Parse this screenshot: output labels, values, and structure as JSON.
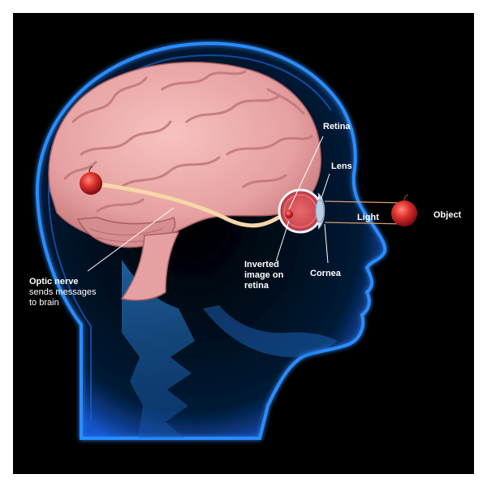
{
  "labels": {
    "retina": "Retina",
    "lens": "Lens",
    "light": "Light",
    "object": "Object",
    "cornea": "Cornea",
    "inverted": [
      "Inverted",
      "image on",
      "retina"
    ],
    "optic_title": "Optic nerve",
    "optic_desc": [
      "sends messages",
      "to brain"
    ]
  },
  "colors": {
    "background": "#000000",
    "head_outline": "#2a8cff",
    "brain": "#e9a3a3",
    "brain_shadow": "#c97a7c",
    "nerve": "#f6d7a8",
    "apple": "#d8262f",
    "eye_white": "#dfe8f3",
    "skeleton": "#2f8ee0"
  }
}
